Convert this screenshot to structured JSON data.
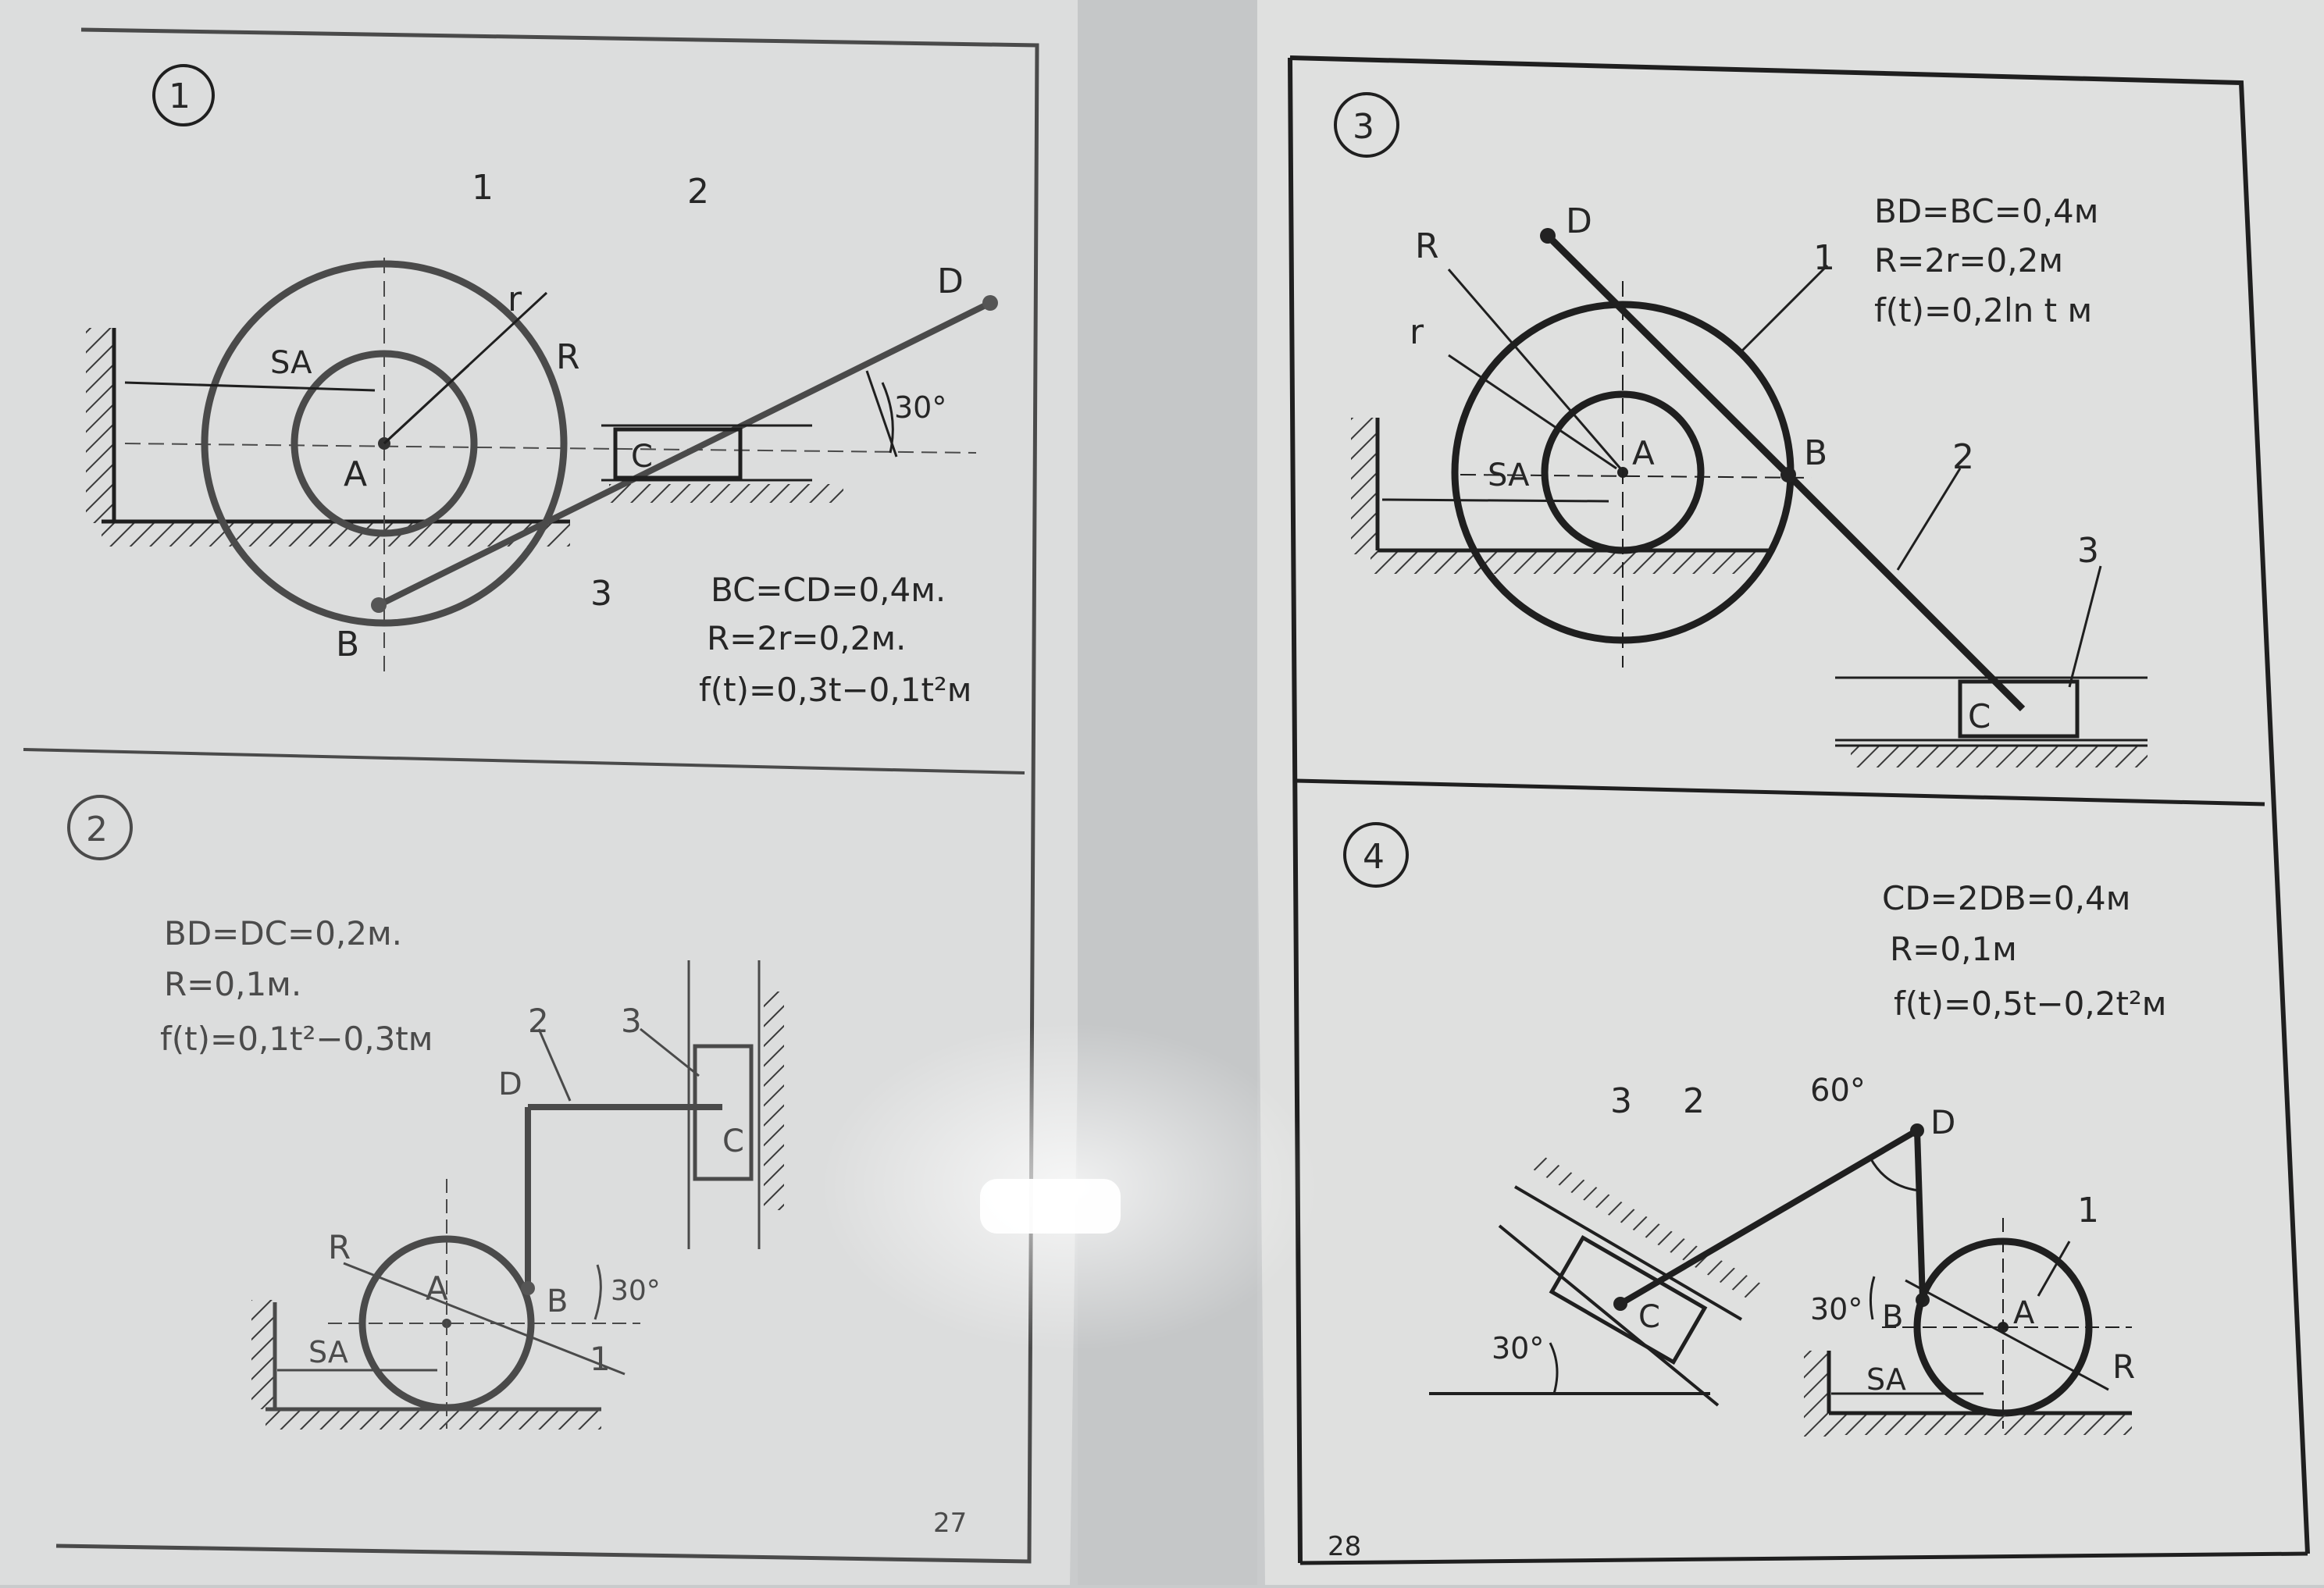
{
  "pages": [
    {
      "page_number": "27",
      "problems": [
        {
          "number": "1",
          "params": [
            "BC=CD=0,4м.",
            "R=2r=0,2м.",
            "f(t)=0,3t−0,1t²м"
          ],
          "labels": {
            "body1": "1",
            "body2": "2",
            "body3": "3",
            "A": "A",
            "B": "B",
            "C": "C",
            "D": "D",
            "R": "R",
            "r": "r",
            "SA": "SA",
            "angle": "30°"
          }
        },
        {
          "number": "2",
          "params": [
            "BD=DC=0,2м.",
            "R=0,1м.",
            "f(t)=0,1t²−0,3tм"
          ],
          "labels": {
            "body1": "1",
            "body2": "2",
            "body3": "3",
            "A": "A",
            "B": "B",
            "C": "C",
            "D": "D",
            "R": "R",
            "SA": "SA",
            "angle": "30°"
          }
        }
      ]
    },
    {
      "page_number": "28",
      "problems": [
        {
          "number": "3",
          "params": [
            "BD=BC=0,4м",
            "R=2r=0,2м",
            "f(t)=0,2ln t м"
          ],
          "labels": {
            "body1": "1",
            "body2": "2",
            "body3": "3",
            "A": "A",
            "B": "B",
            "C": "C",
            "D": "D",
            "R": "R",
            "r": "r",
            "SA": "SA"
          }
        },
        {
          "number": "4",
          "params": [
            "CD=2DB=0,4м",
            "R=0,1м",
            "f(t)=0,5t−0,2t²м"
          ],
          "labels": {
            "body1": "1",
            "body2": "2",
            "body3": "3",
            "A": "A",
            "B": "B",
            "C": "C",
            "D": "D",
            "R": "R",
            "SA": "SA",
            "angle_top": "60°",
            "angle_slope": "30°",
            "angle_B": "30°"
          }
        }
      ]
    }
  ],
  "colors": {
    "background": "#c9cbcc",
    "page_left": "#dcdddd",
    "page_right": "#dfe0df",
    "ink": "#1f1f1f"
  }
}
